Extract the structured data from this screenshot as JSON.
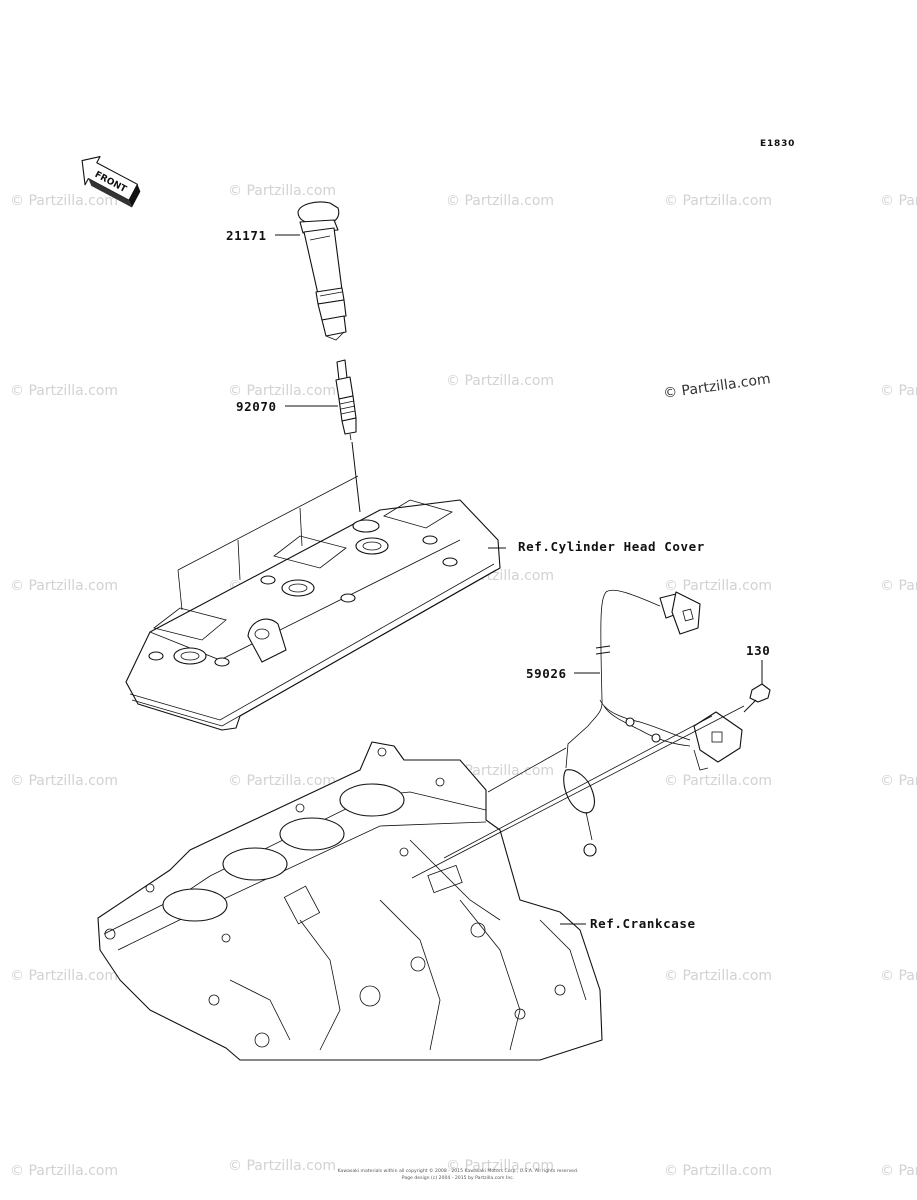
{
  "diagram_code": "E1830",
  "front_arrow_label": "FRONT",
  "watermark": "© Partzilla.com",
  "watermark_main": "© Partzilla.com",
  "callouts": {
    "ignition_coil": "21171",
    "spark_plug": "92070",
    "cylinder_head_cover": "Ref.Cylinder Head Cover",
    "harness": "59026",
    "bolt": "130",
    "crankcase": "Ref.Crankcase"
  },
  "footer": {
    "line1": "Kawasaki materials within all copyright © 2008 - 2015 Kawasaki Motors Corp., U.S.A. All rights reserved.",
    "line2": "Page design (c) 2004 - 2015 by Partzilla.com Inc."
  }
}
